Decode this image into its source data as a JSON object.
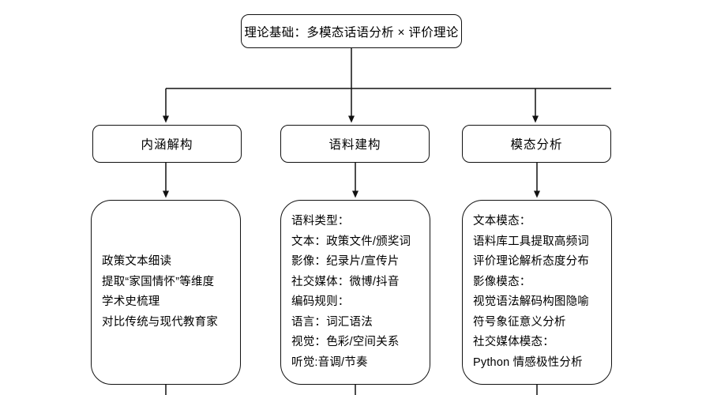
{
  "diagram": {
    "type": "flowchart",
    "orientation": "top-down",
    "line_color": "#111111",
    "box_fill": "#ffffff",
    "text_color": "#000000",
    "root": {
      "label": "理论基础：多模态话语分析 × 评价理论"
    },
    "branches": [
      {
        "header": "内涵解构",
        "body_lines": [
          "政策文本细读",
          "提取“家国情怀”等维度",
          "学术史梳理",
          "对比传统与现代教育家"
        ]
      },
      {
        "header": "语料建构",
        "body_lines": [
          "语料类型：",
          "文本：政策文件/颁奖词",
          "影像：纪录片/宣传片",
          "社交媒体：微博/抖音",
          "编码规则：",
          "语言：词汇语法",
          "视觉：色彩/空间关系",
          "听觉:音调/节奏"
        ]
      },
      {
        "header": "模态分析",
        "body_lines": [
          "文本模态：",
          "语料库工具提取高频词",
          "评价理论解析态度分布",
          "影像模态：",
          "视觉语法解码构图隐喻",
          "符号象征意义分析",
          "社交媒体模态：",
          "Python 情感极性分析"
        ]
      }
    ]
  }
}
